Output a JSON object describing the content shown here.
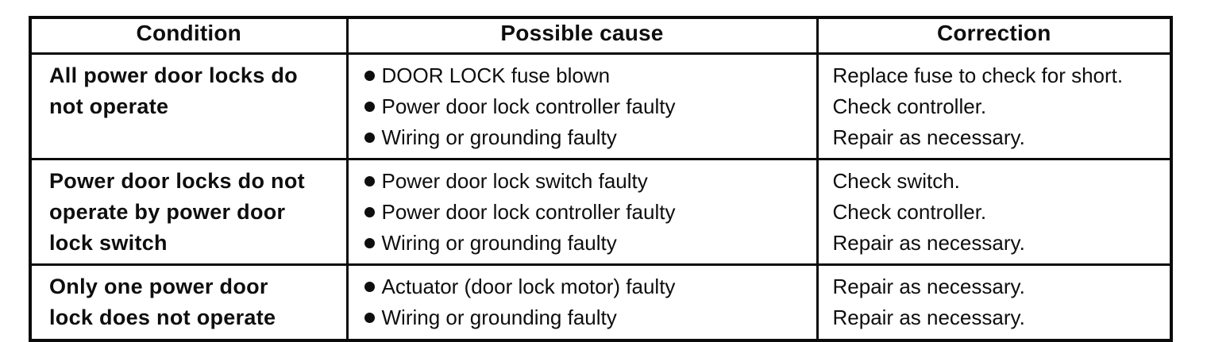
{
  "table": {
    "headers": {
      "condition": "Condition",
      "cause": "Possible cause",
      "correction": "Correction"
    },
    "rows": [
      {
        "condition_lines": [
          "All power door locks do",
          "not operate"
        ],
        "causes": [
          "DOOR LOCK fuse blown",
          "Power door lock controller faulty",
          "Wiring or grounding faulty"
        ],
        "corrections": [
          "Replace fuse to check for short.",
          "Check controller.",
          "Repair as necessary."
        ]
      },
      {
        "condition_lines": [
          "Power door locks do not",
          "operate by power door",
          "lock switch"
        ],
        "causes": [
          "Power door lock switch faulty",
          "Power door lock controller faulty",
          "Wiring or grounding faulty"
        ],
        "corrections": [
          "Check switch.",
          "Check controller.",
          "Repair as necessary."
        ]
      },
      {
        "condition_lines": [
          "Only one power door",
          "lock does not operate"
        ],
        "causes": [
          "Actuator (door lock motor) faulty",
          "Wiring or grounding faulty"
        ],
        "corrections": [
          "Repair as necessary.",
          "Repair as necessary."
        ]
      }
    ],
    "ink_color": "#0e0e0e",
    "border_color": "#0b0b0b"
  }
}
